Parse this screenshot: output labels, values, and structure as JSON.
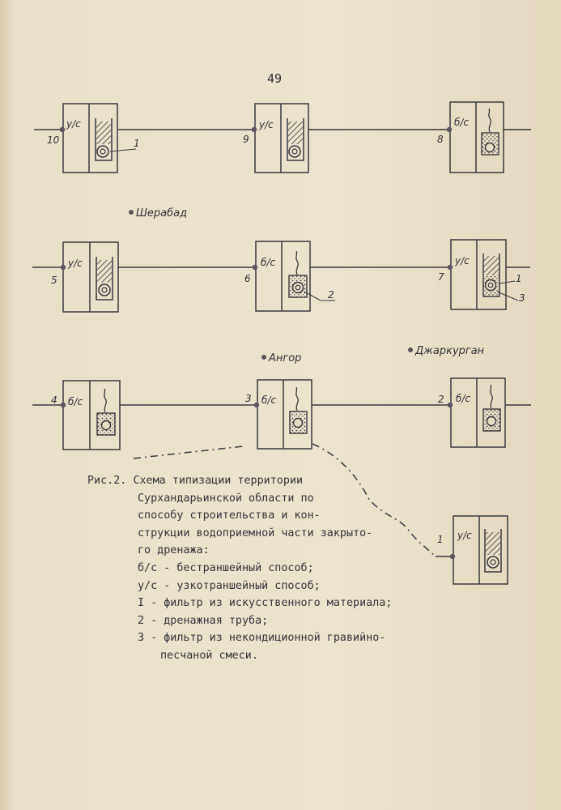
{
  "page_number": "49",
  "places": {
    "sherabad": "Шерабад",
    "angor": "Ангор",
    "dzharkurgan": "Джаркурган"
  },
  "sites": [
    {
      "number": "10",
      "code": "у/с",
      "filter": "1"
    },
    {
      "number": "9",
      "code": "у/с",
      "filter": ""
    },
    {
      "number": "8",
      "code": "б/с",
      "filter": ""
    },
    {
      "number": "5",
      "code": "у/с",
      "filter": ""
    },
    {
      "number": "6",
      "code": "б/с",
      "filter": "2"
    },
    {
      "number": "7",
      "code": "у/с",
      "filter": "1",
      "extra": "3"
    },
    {
      "number": "4",
      "code": "б/с",
      "filter": ""
    },
    {
      "number": "3",
      "code": "б/с",
      "filter": ""
    },
    {
      "number": "2",
      "code": "б/с",
      "filter": ""
    },
    {
      "number": "1",
      "code": "у/с",
      "filter": ""
    }
  ],
  "caption": {
    "title_prefix": "Рис.2.",
    "lines": [
      "Схема типизации территории",
      "Сурхандарьинской области по",
      "способу строительства и кон-",
      "струкции водоприемной части закрыто-",
      "го дренажа:"
    ],
    "legend": [
      "б/с - бестраншейный способ;",
      "у/с - узкотраншейный способ;",
      "I - фильтр из искусственного материала;",
      "2 - дренажная труба;",
      "3 - фильтр из некондиционной гравийно-"
    ],
    "legend_cont": "песчаной смеси."
  },
  "colors": {
    "paper": "#e6dcc4",
    "ink": "#35343e"
  }
}
